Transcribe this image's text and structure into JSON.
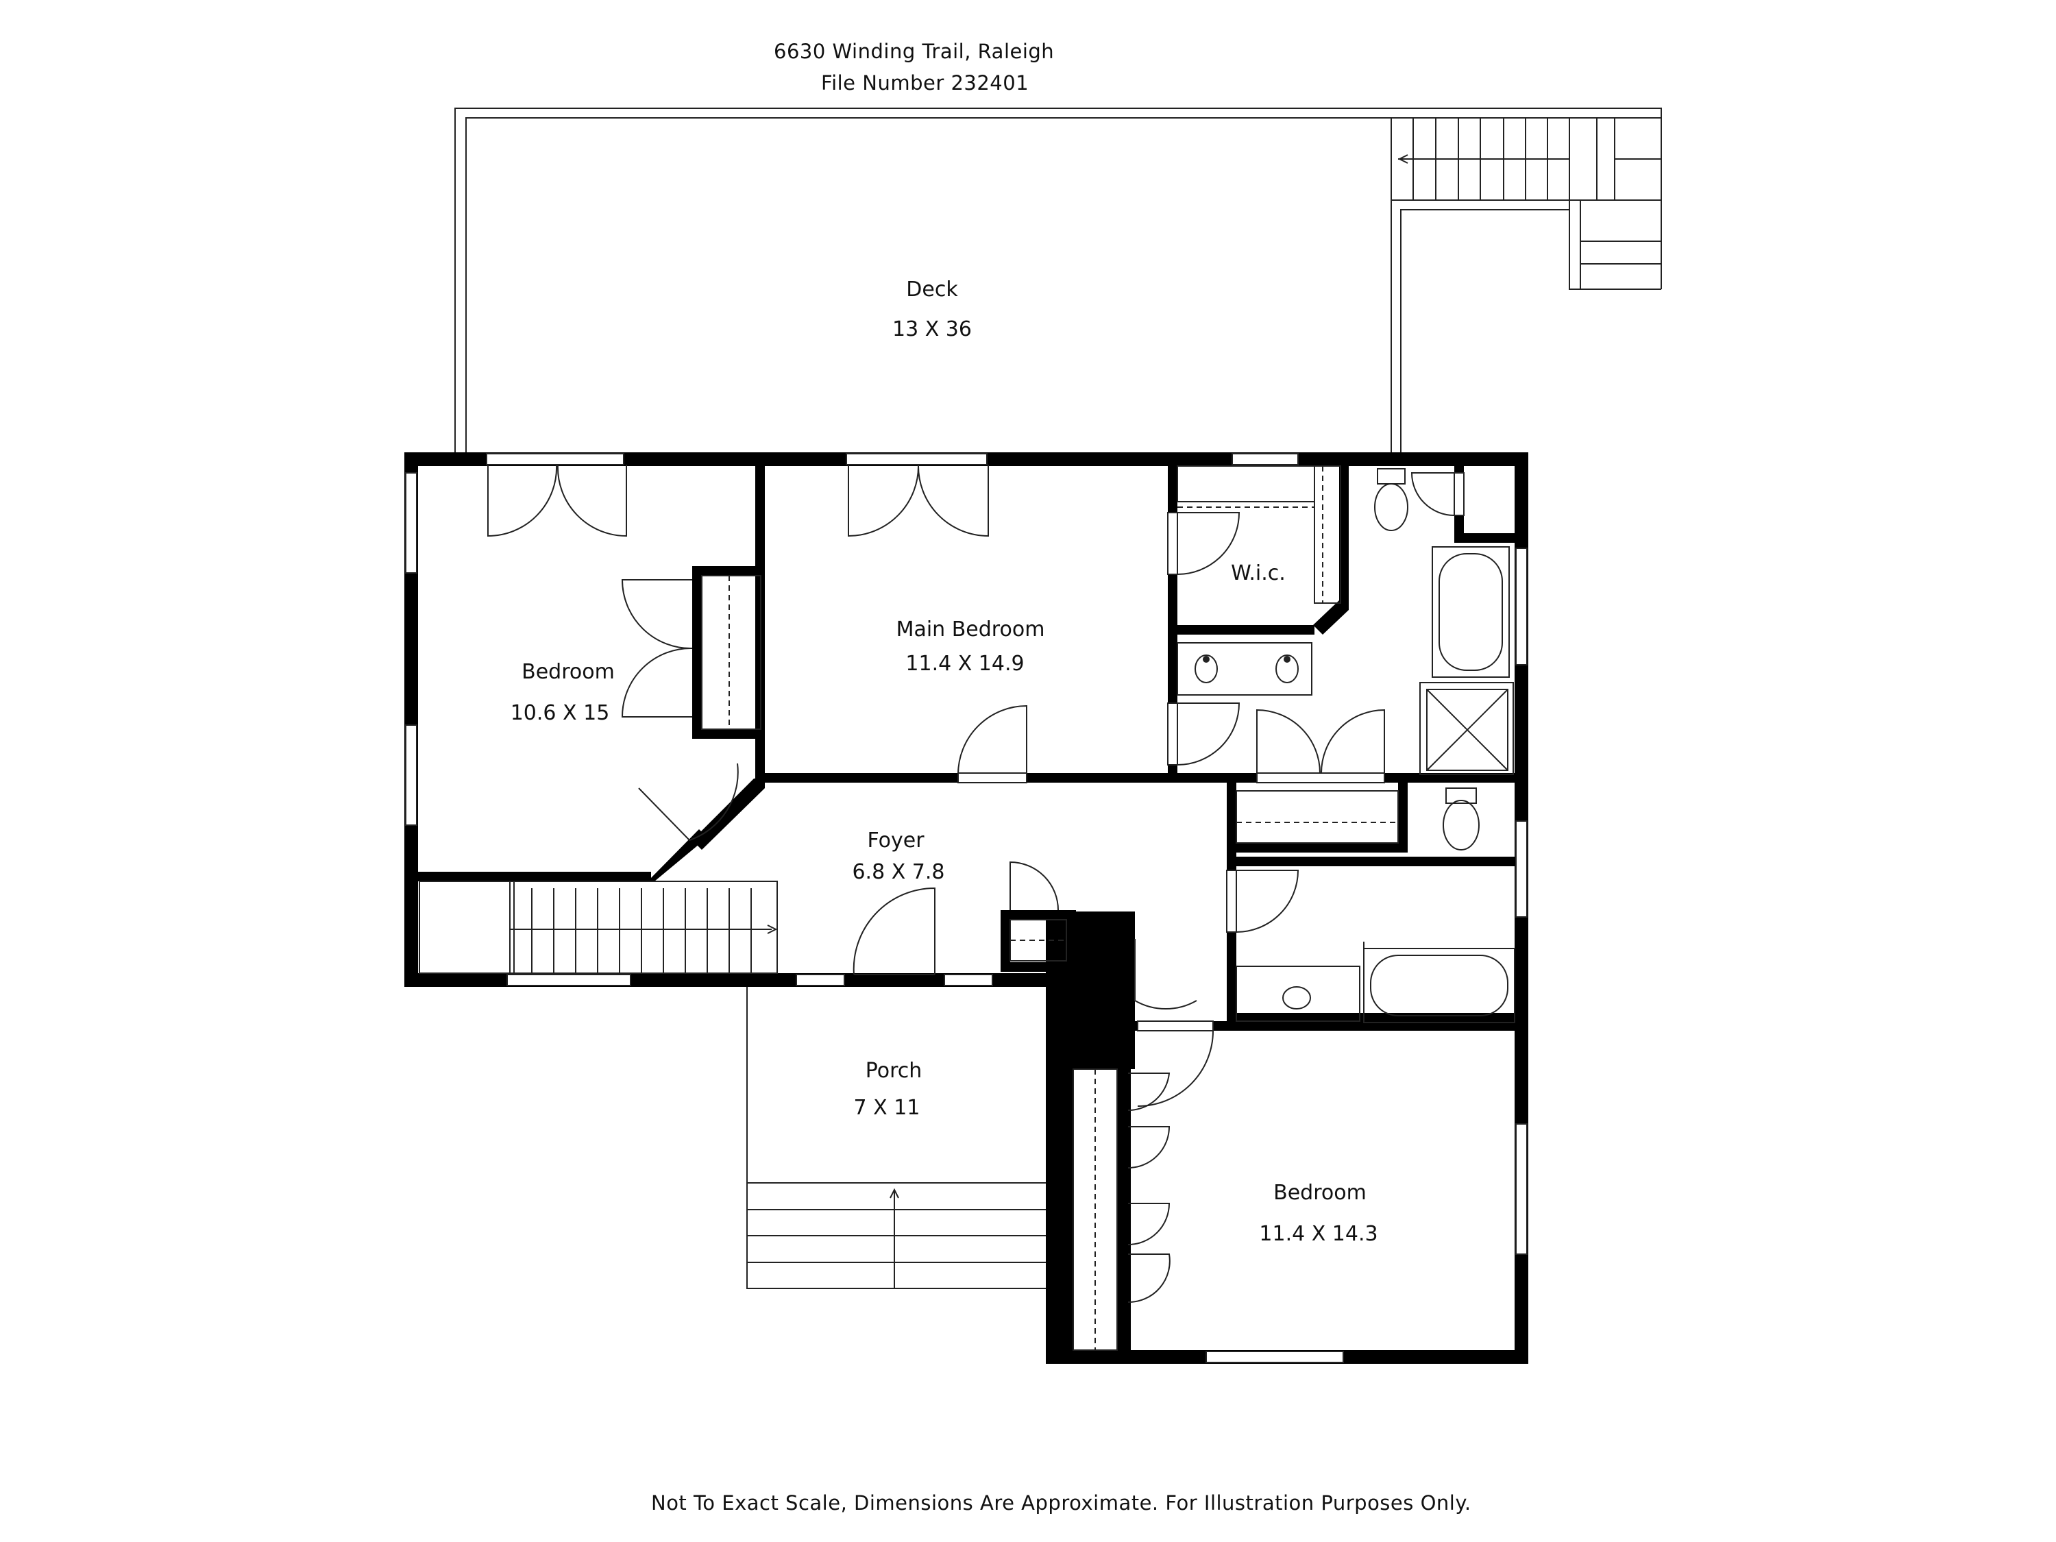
{
  "header": {
    "address": "6630 Winding Trail, Raleigh",
    "file_number": "File Number 232401"
  },
  "rooms": {
    "deck": {
      "name": "Deck",
      "dims": "13 X 36"
    },
    "bedroom_west": {
      "name": "Bedroom",
      "dims": "10.6 X 15"
    },
    "main_bedroom": {
      "name": "Main Bedroom",
      "dims": "11.4 X 14.9"
    },
    "wic": {
      "name": "W.i.c."
    },
    "foyer": {
      "name": "Foyer",
      "dims": "6.8 X 7.8"
    },
    "porch": {
      "name": "Porch",
      "dims": "7 X 11"
    },
    "bedroom_south": {
      "name": "Bedroom",
      "dims": "11.4 X 14.3"
    }
  },
  "footer": {
    "disclaimer": "Not To Exact Scale, Dimensions Are Approximate. For Illustration Purposes Only."
  }
}
